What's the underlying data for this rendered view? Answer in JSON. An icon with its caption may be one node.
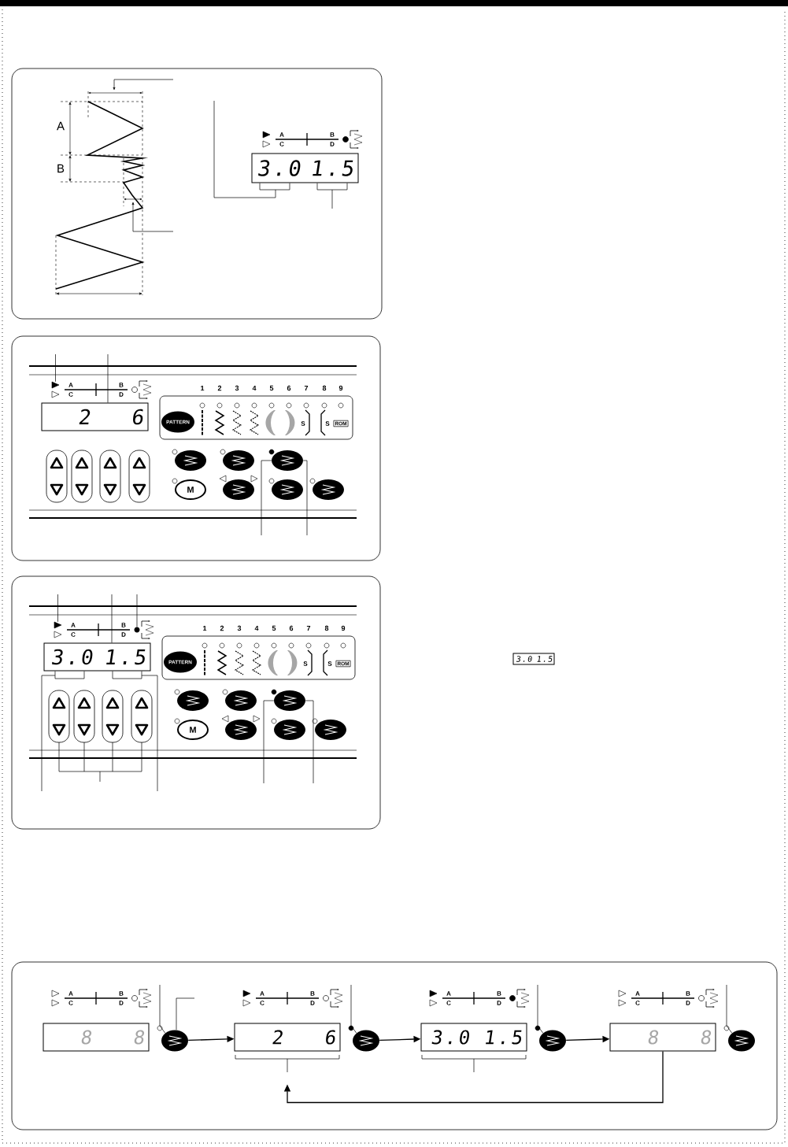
{
  "diagram": {
    "nodes": [
      {
        "text": [
          "3.0",
          "1.5"
        ]
      },
      {
        "text": [
          "2",
          "6"
        ]
      },
      {
        "text": [
          "PATTERN"
        ]
      },
      {
        "text": [],
        "shape": "oval"
      },
      {
        "text": [],
        "shape": "oval"
      },
      {
        "text": [],
        "shape": "oval"
      },
      {
        "text": [
          "M"
        ]
      },
      {
        "text": [],
        "shape": "oval"
      },
      {
        "text": [],
        "shape": "oval"
      },
      {
        "text": [],
        "shape": "oval"
      },
      {
        "text": [
          "3.0",
          "1.5"
        ]
      },
      {
        "text": [
          "PATTERN"
        ]
      },
      {
        "text": [],
        "shape": "oval"
      },
      {
        "text": [],
        "shape": "oval"
      },
      {
        "text": [],
        "shape": "oval"
      },
      {
        "text": [
          "M"
        ]
      },
      {
        "text": [],
        "shape": "oval"
      },
      {
        "text": [],
        "shape": "oval"
      },
      {
        "text": [],
        "shape": "oval"
      },
      {
        "text": [
          "3.0",
          "1.5"
        ]
      },
      {
        "text": [
          "8",
          "8"
        ]
      },
      {
        "text": [],
        "shape": "oval"
      },
      {
        "text": [
          "2",
          "6"
        ]
      },
      {
        "text": [],
        "shape": "oval"
      },
      {
        "text": [
          "3.0",
          "1.5"
        ]
      },
      {
        "text": [],
        "shape": "oval"
      },
      {
        "text": [
          "8",
          "8"
        ]
      },
      {
        "text": [],
        "shape": "oval"
      },
      {
        "text": [],
        "shape": "line"
      },
      {
        "text": [],
        "shape": "line"
      },
      {
        "text": [],
        "shape": "triangle"
      },
      {
        "text": [],
        "shape": "triangle"
      },
      {
        "text": [],
        "shape": "circle"
      }
    ],
    "edges": [
      {
        "from": 21,
        "to": 22,
        "arrow": "to"
      },
      {
        "from": 23,
        "to": 24,
        "arrow": "to"
      },
      {
        "from": 25,
        "to": 26,
        "arrow": "to"
      },
      {
        "from": 26,
        "to": 22,
        "arrow": "to"
      },
      {
        "from": null,
        "to": 0,
        "arrow": "none"
      },
      {
        "from": null,
        "to": 0,
        "arrow": "none"
      },
      {
        "from": null,
        "to": 1,
        "arrow": "none"
      },
      {
        "from": null,
        "to": 5,
        "arrow": "none"
      },
      {
        "from": null,
        "to": 5,
        "arrow": "none"
      },
      {
        "from": null,
        "to": 10,
        "arrow": "none"
      },
      {
        "from": null,
        "to": 10,
        "arrow": "none"
      },
      {
        "from": null,
        "to": 10,
        "arrow": "none"
      },
      {
        "from": null,
        "to": 14,
        "arrow": "none"
      },
      {
        "from": null,
        "to": 14,
        "arrow": "none"
      },
      {
        "from": null,
        "to": 21,
        "arrow": "none"
      },
      {
        "from": null,
        "to": 21,
        "arrow": "none"
      },
      {
        "from": null,
        "to": 23,
        "arrow": "none"
      },
      {
        "from": null,
        "to": 25,
        "arrow": "none"
      },
      {
        "from": null,
        "to": 27,
        "arrow": "none"
      },
      {
        "from": null,
        "to": 28,
        "arrow": "to"
      },
      {
        "from": null,
        "to": 29,
        "arrow": "to"
      },
      {
        "from": null,
        "to": 30,
        "arrow": "none"
      },
      {
        "from": null,
        "to": 31,
        "arrow": "none"
      },
      {
        "from": null,
        "to": 32,
        "arrow": "none"
      }
    ],
    "labels": [
      "A",
      "B",
      "A",
      "C",
      "B",
      "D",
      "A",
      "C",
      "B",
      "D",
      "1",
      "2",
      "3",
      "4",
      "5",
      "6",
      "7",
      "8",
      "9",
      "S",
      "S",
      "ROM",
      "A",
      "C",
      "B",
      "D",
      "1",
      "2",
      "3",
      "4",
      "5",
      "6",
      "7",
      "8",
      "9",
      "S",
      "S",
      "ROM",
      "A",
      "C",
      "B",
      "D",
      "A",
      "C",
      "B",
      "D",
      "A",
      "C",
      "B",
      "D",
      "A",
      "C",
      "B",
      "D"
    ]
  }
}
